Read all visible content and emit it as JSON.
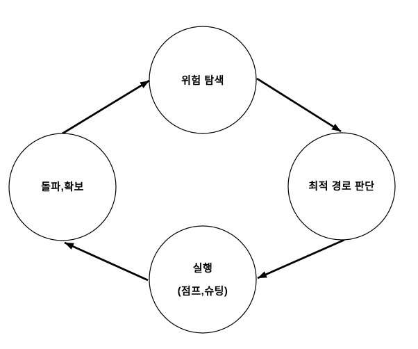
{
  "page": {
    "background_color": "#ffffff"
  },
  "diagram": {
    "type": "cycle",
    "stroke_color": "#000000",
    "node_fill_color": "#ffffff",
    "nodes": {
      "top": {
        "label": "위험 탐색"
      },
      "right": {
        "label": "최적 경로 판단"
      },
      "bottom": {
        "label_line1": "실행",
        "label_line2": "(점프,슈팅)"
      },
      "left": {
        "label": "돌파,확보"
      }
    },
    "edges": [
      {
        "from": "돌파,확보",
        "to": "위험 탐색"
      },
      {
        "from": "위험 탐색",
        "to": "최적 경로 판단"
      },
      {
        "from": "최적 경로 판단",
        "to": "실행 (점프,슈팅)"
      },
      {
        "from": "실행 (점프,슈팅)",
        "to": "돌파,확보"
      }
    ]
  }
}
